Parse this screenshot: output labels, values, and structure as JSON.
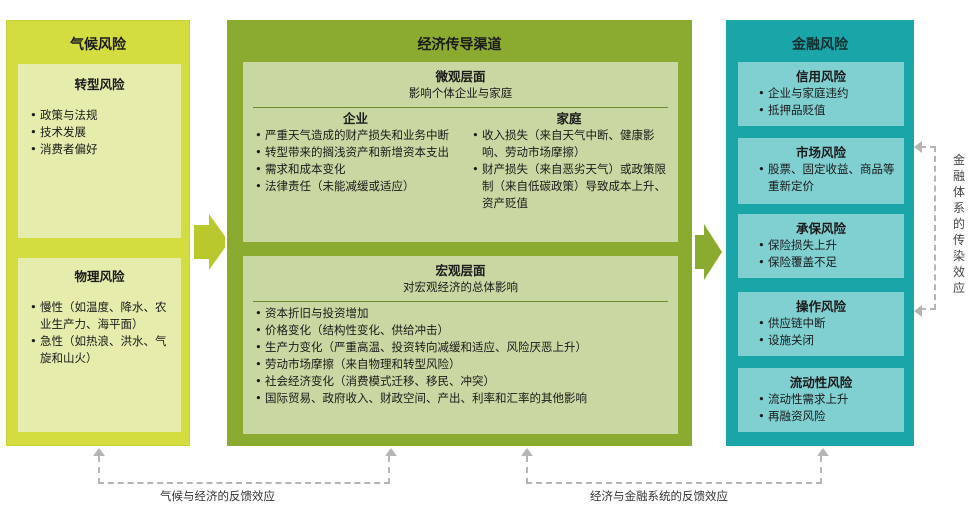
{
  "climate": {
    "title": "气候风险",
    "transition": {
      "title": "转型风险",
      "items": [
        "政策与法规",
        "技术发展",
        "消费者偏好"
      ]
    },
    "physical": {
      "title": "物理风险",
      "items": [
        "慢性（如温度、降水、农业生产力、海平面）",
        "急性（如热浪、洪水、气旋和山火）"
      ]
    }
  },
  "econ": {
    "title": "经济传导渠道",
    "micro": {
      "title": "微观层面",
      "subtitle": "影响个体企业与家庭",
      "firms": {
        "title": "企业",
        "items": [
          "严重天气造成的财产损失和业务中断",
          "转型带来的搁浅资产和新增资本支出",
          "需求和成本变化",
          "法律责任（未能减缓或适应）"
        ]
      },
      "households": {
        "title": "家庭",
        "items": [
          "收入损失（来自天气中断、健康影响、劳动市场摩擦）",
          "财产损失（来自恶劣天气）或政策限制（来自低碳政策）导致成本上升、资产贬值"
        ]
      }
    },
    "macro": {
      "title": "宏观层面",
      "subtitle": "对宏观经济的总体影响",
      "items": [
        "资本折旧与投资增加",
        "价格变化（结构性变化、供给冲击）",
        "生产力变化（严重高温、投资转向减缓和适应、风险厌恶上升）",
        "劳动市场摩擦（来自物理和转型风险）",
        "社会经济变化（消费模式迁移、移民、冲突）",
        "国际贸易、政府收入、财政空间、产出、利率和汇率的其他影响"
      ]
    }
  },
  "fin": {
    "title": "金融风险",
    "panels": [
      {
        "title": "信用风险",
        "items": [
          "企业与家庭违约",
          "抵押品贬值"
        ]
      },
      {
        "title": "市场风险",
        "items": [
          "股票、固定收益、商品等重新定价"
        ]
      },
      {
        "title": "承保风险",
        "items": [
          "保险损失上升",
          "保险覆盖不足"
        ]
      },
      {
        "title": "操作风险",
        "items": [
          "供应链中断",
          "设施关闭"
        ]
      },
      {
        "title": "流动性风险",
        "items": [
          "流动性需求上升",
          "再融资风险"
        ]
      }
    ]
  },
  "feedback": {
    "climate_econ": "气候与经济的反馈效应",
    "econ_fin": "经济与金融系统的反馈效应",
    "contagion": "金融体系的传染效应"
  },
  "colors": {
    "climate": "#d4dd3f",
    "econ": "#8aab2f",
    "fin": "#1aa5a9",
    "arrow": "#b9c92d"
  }
}
